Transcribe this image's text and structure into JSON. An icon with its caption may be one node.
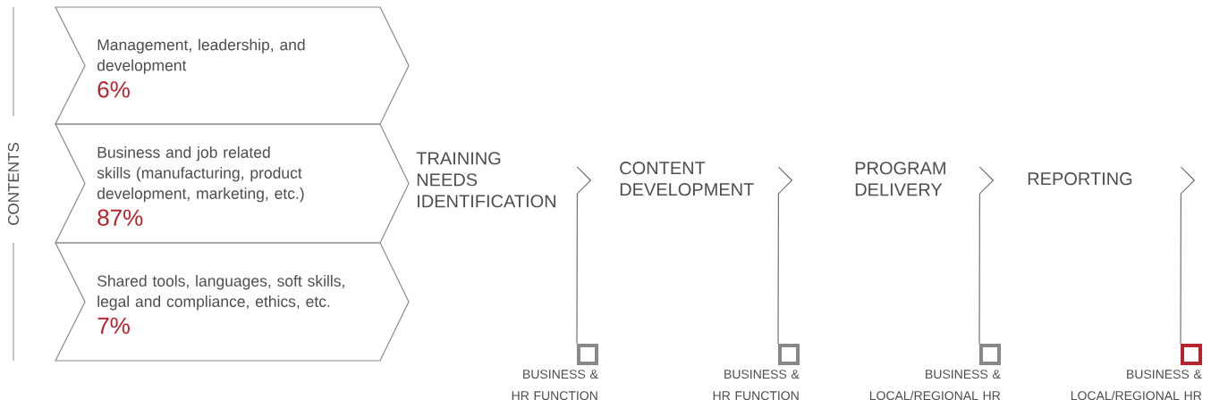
{
  "diagram": {
    "nodes": [
      {
        "text": [
          "Management, leadership, and development",
          "6%"
        ]
      },
      {
        "text": [
          "Business and job related skills (manufacturing, product development, marketing, etc.)",
          "87%"
        ]
      },
      {
        "text": [
          "Shared tools, languages, soft skills, legal and compliance, ethics, etc.",
          "7%"
        ]
      },
      {
        "text": [
          "TRAINING NEEDS IDENTIFICATION"
        ]
      },
      {
        "text": [
          "CONTENT DEVELOPMENT"
        ]
      },
      {
        "text": [
          "PROGRAM DELIVERY"
        ]
      },
      {
        "text": [
          "REPORTING"
        ]
      },
      {
        "text": [],
        "shape": "box",
        "beside": [
          "BUSINESS & HR FUNCTION"
        ]
      },
      {
        "text": [],
        "shape": "box",
        "beside": [
          "BUSINESS & HR FUNCTION"
        ]
      },
      {
        "text": [],
        "shape": "box",
        "beside": [
          "BUSINESS & LOCAL/REGIONAL HR"
        ]
      },
      {
        "text": [],
        "shape": "box",
        "beside": [
          "BUSINESS & LOCAL/REGIONAL HR"
        ]
      }
    ],
    "edges": [
      {
        "from": 3,
        "to": 7,
        "arrow": "other"
      },
      {
        "from": 4,
        "to": 8,
        "arrow": "other"
      },
      {
        "from": 5,
        "to": 9,
        "arrow": "other"
      },
      {
        "from": 6,
        "to": 10,
        "arrow": "other"
      }
    ],
    "labels": [
      "CONTENTS"
    ]
  }
}
